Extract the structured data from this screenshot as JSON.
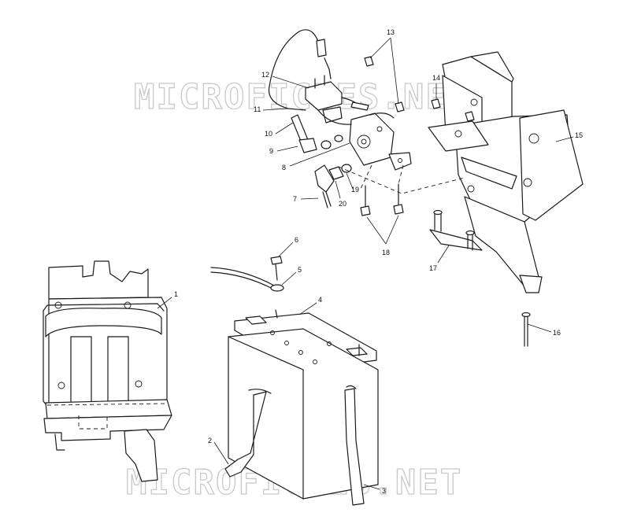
{
  "diagram": {
    "watermark_text": "MICROFICHES.NET",
    "callouts": [
      "1",
      "2",
      "3",
      "4",
      "5",
      "6",
      "7",
      "8",
      "9",
      "10",
      "11",
      "12",
      "13",
      "14",
      "15",
      "16",
      "17",
      "18",
      "19",
      "20"
    ]
  }
}
